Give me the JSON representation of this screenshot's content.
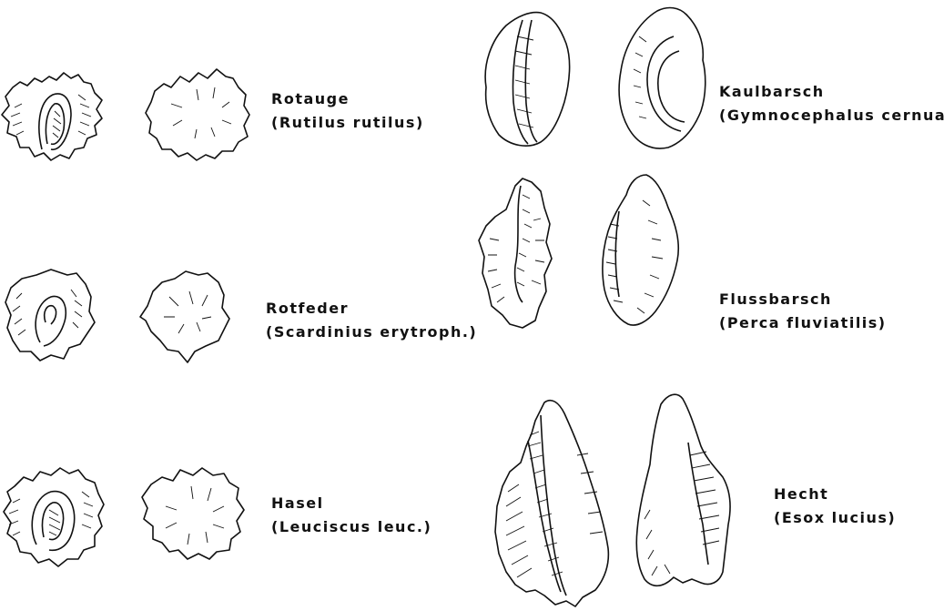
{
  "species": [
    {
      "common": "Rotauge",
      "latin": "(Rutilus rutilus)"
    },
    {
      "common": "Rotfeder",
      "latin": "(Scardinius erytroph.)"
    },
    {
      "common": "Hasel",
      "latin": "(Leuciscus leuc.)"
    },
    {
      "common": "Kaulbarsch",
      "latin": "(Gymnocephalus cernua)"
    },
    {
      "common": "Flussbarsch",
      "latin": "(Perca fluviatilis)"
    },
    {
      "common": "Hecht",
      "latin": "(Esox lucius)"
    }
  ]
}
